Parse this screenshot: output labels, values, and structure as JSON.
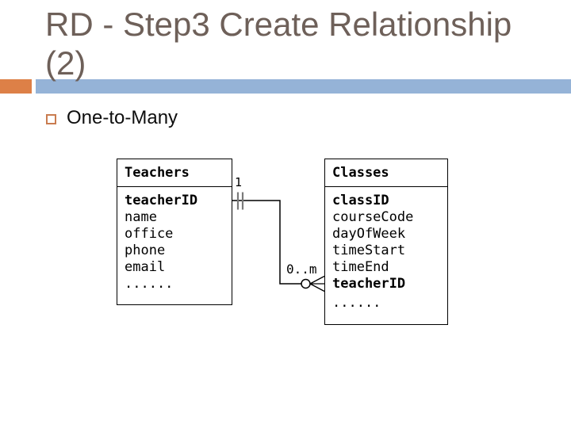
{
  "slide": {
    "title": "RD - Step3 Create Relationship (2)",
    "bullet": "One-to-Many"
  },
  "colors": {
    "title_text": "#6e6059",
    "accent_orange": "#dd8047",
    "accent_blue": "#95b3d7",
    "bullet_outline": "#c97c50",
    "tick_gray": "#7a7a7a"
  },
  "diagram": {
    "teachers": {
      "name": "Teachers",
      "fields": [
        "teacherID",
        "name",
        "office",
        "phone",
        "email",
        "......"
      ]
    },
    "classes": {
      "name": "Classes",
      "fields": [
        "classID",
        "courseCode",
        "dayOfWeek",
        "timeStart",
        "timeEnd",
        "teacherID",
        "......"
      ]
    },
    "relationship": {
      "one_label": "1",
      "many_label": "0..m"
    }
  }
}
